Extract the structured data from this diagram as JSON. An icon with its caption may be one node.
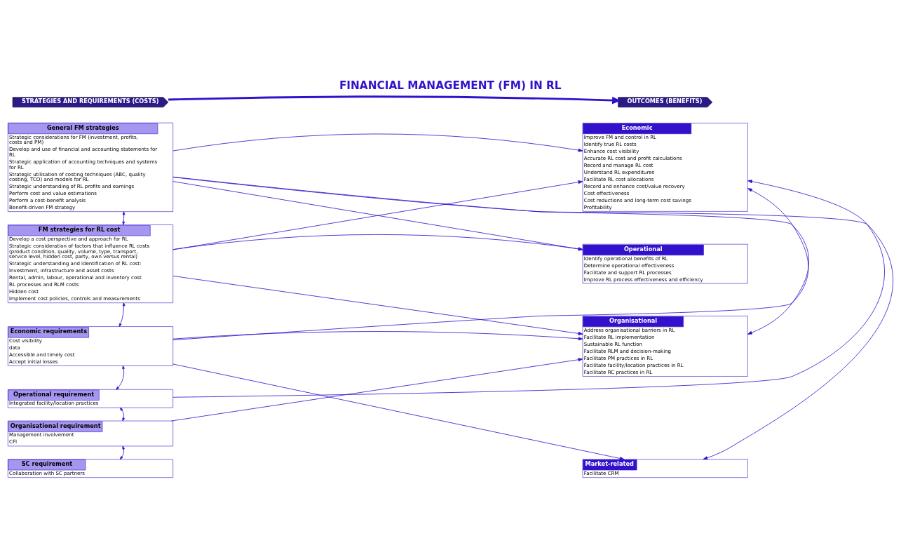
{
  "diagram": {
    "title": "FINANCIAL MANAGEMENT (FM) IN RL",
    "nodes": [
      {
        "text": [
          "STRATEGIES AND REQUIREMENTS (COSTS)"
        ]
      },
      {
        "text": [
          "OUTCOMES (BENEFITS)"
        ]
      },
      {
        "text": [
          "General FM strategies",
          "Strategic considerations for FM (investment, profits, costs and PM)",
          "Develop and use of financial and accounting statements for RL",
          "Strategic application of accounting techniques and systems for RL",
          "Strategic utilisation of costing techniques (ABC, quality costing, TCO) and models for RL",
          "Strategic understanding of RL profits and earnings",
          "Perform cost and value estimations",
          "Perform a cost-benefit analysis",
          "Benefit-driven FM strategy"
        ]
      },
      {
        "text": [
          "FM strategies for RL cost",
          "Develop a cost perspective and approach for RL",
          "Strategic consideration of factors that influence RL costs (product condition, quality, volume, type, transport, service level, hidden cost, party, own versus rental)",
          "Strategic understanding and identification of RL cost:",
          "Investment, infrastructure and asset costs",
          "Rental, admin, labour, operational and inventory cost",
          "RL processes and RLM costs",
          "Hidden cost",
          "Implement cost policies, controls and measurements"
        ]
      },
      {
        "text": [
          "Economic requirements",
          "Cost visibility",
          "data",
          "Accessible and timely cost",
          "Accept initial losses"
        ]
      },
      {
        "text": [
          "Operational requirement",
          "Integrated facility/location practices"
        ]
      },
      {
        "text": [
          "Organisational requirement",
          "Management involvement",
          "CFI"
        ]
      },
      {
        "text": [
          "SC requirement",
          "Collaboration with SC partners"
        ]
      },
      {
        "text": [
          "Economic",
          "Improve FM and control in RL",
          "Identify true RL costs",
          "Enhance cost visibility",
          "Accurate RL cost and profit calculations",
          "Record and manage RL cost",
          "Understand RL expenditures",
          "Facilitate RL cost allocations",
          "Record and enhance cost/value recovery",
          "Cost effectiveness",
          "Cost reductions and long-term cost savings",
          "Profitability"
        ]
      },
      {
        "text": [
          "Operational",
          "Identify operational benefits of RL",
          "Determine operational effectiveness",
          "Facilitate and support RL processes",
          "Improve RL process effectiveness and efficiency"
        ]
      },
      {
        "text": [
          "Organisational",
          "Address organisational barriers in RL",
          "Facilitate RL implementation",
          "Sustainable RL function",
          "Facilitate RLM and decision-making",
          "Facilitate PM practices in RL",
          "Facilitate facility/location practices in RL",
          "Facilitate RC practices in RL"
        ]
      },
      {
        "text": [
          "Market-related",
          "Facilitate CRM"
        ]
      }
    ],
    "edges": [
      {
        "from": 0,
        "to": 1,
        "arrow": "to",
        "style": "thick"
      },
      {
        "from": 2,
        "to": 3,
        "arrow": "both"
      },
      {
        "from": 3,
        "to": 4,
        "arrow": "both"
      },
      {
        "from": 4,
        "to": 5,
        "arrow": "both"
      },
      {
        "from": 5,
        "to": 6,
        "arrow": "both"
      },
      {
        "from": 6,
        "to": 7,
        "arrow": "both"
      },
      {
        "from": 2,
        "to": 8,
        "arrow": "to"
      },
      {
        "from": 2,
        "to": 9,
        "arrow": "to"
      },
      {
        "from": 2,
        "to": 10,
        "arrow": "to"
      },
      {
        "from": 2,
        "to": 11,
        "arrow": "to"
      },
      {
        "from": 3,
        "to": 8,
        "arrow": "to"
      },
      {
        "from": 3,
        "to": 9,
        "arrow": "to"
      },
      {
        "from": 3,
        "to": 10,
        "arrow": "to"
      },
      {
        "from": 4,
        "to": 8,
        "arrow": "to"
      },
      {
        "from": 4,
        "to": 10,
        "arrow": "to"
      },
      {
        "from": 4,
        "to": 11,
        "arrow": "to"
      },
      {
        "from": 5,
        "to": 8,
        "arrow": "to"
      },
      {
        "from": 6,
        "to": 10,
        "arrow": "to"
      }
    ]
  }
}
